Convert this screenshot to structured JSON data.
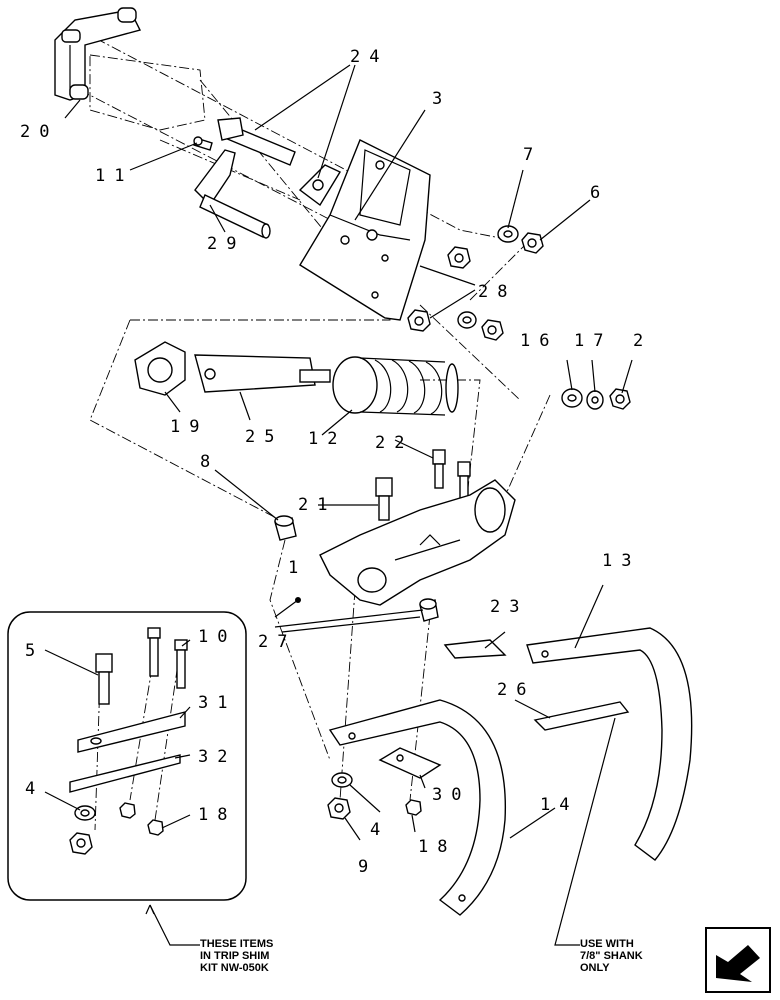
{
  "callouts": {
    "c20": "20",
    "c24": "24",
    "c3": "3",
    "c11": "11",
    "c29": "29",
    "c7": "7",
    "c6": "6",
    "c28": "28",
    "c16": "16",
    "c17": "17",
    "c2": "2",
    "c19": "19",
    "c25": "25",
    "c12": "12",
    "c22": "22",
    "c8": "8",
    "c21": "21",
    "c1": "1",
    "c27": "27",
    "c13": "13",
    "c23": "23",
    "c26": "26",
    "c14": "14",
    "c30": "30",
    "c4a": "4",
    "c9": "9",
    "c18a": "18",
    "c5": "5",
    "c10": "10",
    "c31": "31",
    "c32": "32",
    "c4b": "4",
    "c18b": "18"
  },
  "notes": {
    "kit": [
      "THESE ITEMS",
      "IN TRIP SHIM",
      "KIT NW-050K"
    ],
    "shank": [
      "USE WITH",
      "7/8\" SHANK",
      "ONLY"
    ]
  },
  "icons": {
    "nav": "page-navigation-arrow-icon"
  }
}
